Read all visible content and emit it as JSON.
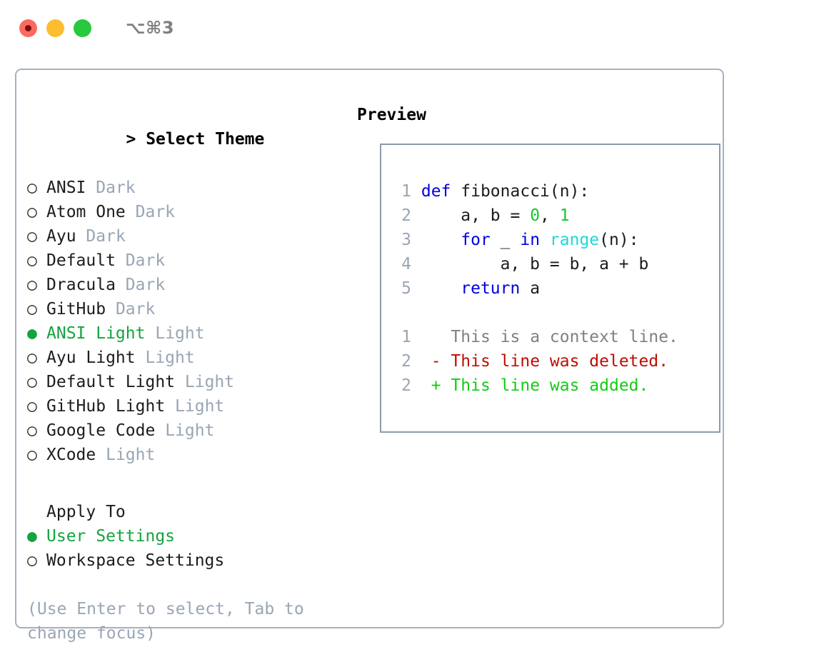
{
  "window": {
    "shortcut": "⌥⌘3",
    "traffic_lights": [
      {
        "name": "close",
        "color": "#fb6a60"
      },
      {
        "name": "minimize",
        "color": "#fbbe2f"
      },
      {
        "name": "maximize",
        "color": "#28c83f"
      }
    ]
  },
  "theme_picker": {
    "prompt_marker": ">",
    "title": "Select Theme",
    "bullet_off": "○",
    "bullet_on": "●",
    "items": [
      {
        "name": "ANSI",
        "variant": "Dark",
        "selected": false
      },
      {
        "name": "Atom One",
        "variant": "Dark",
        "selected": false
      },
      {
        "name": "Ayu",
        "variant": "Dark",
        "selected": false
      },
      {
        "name": "Default",
        "variant": "Dark",
        "selected": false
      },
      {
        "name": "Dracula",
        "variant": "Dark",
        "selected": false
      },
      {
        "name": "GitHub",
        "variant": "Dark",
        "selected": false
      },
      {
        "name": "ANSI Light",
        "variant": "Light",
        "selected": true
      },
      {
        "name": "Ayu Light",
        "variant": "Light",
        "selected": false
      },
      {
        "name": "Default Light",
        "variant": "Light",
        "selected": false
      },
      {
        "name": "GitHub Light",
        "variant": "Light",
        "selected": false
      },
      {
        "name": "Google Code",
        "variant": "Light",
        "selected": false
      },
      {
        "name": "XCode",
        "variant": "Light",
        "selected": false
      }
    ]
  },
  "apply_to": {
    "label": "Apply To",
    "options": [
      {
        "name": "User Settings",
        "selected": true
      },
      {
        "name": "Workspace Settings",
        "selected": false
      }
    ]
  },
  "footer_hint": "(Use Enter to select, Tab to change focus)",
  "preview": {
    "title": "Preview",
    "code_lines": [
      {
        "number": "1",
        "tokens": [
          {
            "text": "def",
            "kind": "kw"
          },
          {
            "text": " ",
            "kind": "plain"
          },
          {
            "text": "fibonacci",
            "kind": "fn"
          },
          {
            "text": "(n):",
            "kind": "plain"
          }
        ]
      },
      {
        "number": "2",
        "tokens": [
          {
            "text": "    a, b = ",
            "kind": "plain"
          },
          {
            "text": "0",
            "kind": "num"
          },
          {
            "text": ", ",
            "kind": "plain"
          },
          {
            "text": "1",
            "kind": "num"
          }
        ]
      },
      {
        "number": "3",
        "tokens": [
          {
            "text": "    ",
            "kind": "plain"
          },
          {
            "text": "for",
            "kind": "kw"
          },
          {
            "text": " _ ",
            "kind": "plain"
          },
          {
            "text": "in",
            "kind": "kw"
          },
          {
            "text": " ",
            "kind": "plain"
          },
          {
            "text": "range",
            "kind": "builtin"
          },
          {
            "text": "(n):",
            "kind": "plain"
          }
        ]
      },
      {
        "number": "4",
        "tokens": [
          {
            "text": "        a, b = b, a + b",
            "kind": "plain"
          }
        ]
      },
      {
        "number": "5",
        "tokens": [
          {
            "text": "    ",
            "kind": "plain"
          },
          {
            "text": "return",
            "kind": "kw"
          },
          {
            "text": " a",
            "kind": "plain"
          }
        ]
      }
    ],
    "diff_lines": [
      {
        "number": "1",
        "marker": " ",
        "text": "This is a context line.",
        "kind": "ctx"
      },
      {
        "number": "2",
        "marker": "-",
        "text": "This line was deleted.",
        "kind": "del"
      },
      {
        "number": "2",
        "marker": "+",
        "text": "This line was added.",
        "kind": "add"
      }
    ]
  },
  "colors": {
    "accent_green": "#14a33f",
    "muted": "#9aa5b4",
    "border": "#a7b0bf",
    "preview_border": "#8e99ab",
    "keyword": "#0000e0",
    "builtin": "#1ed8d8",
    "number": "#14c832",
    "diff_add": "#13cc13",
    "diff_del": "#c00c00",
    "diff_ctx": "#808080"
  }
}
